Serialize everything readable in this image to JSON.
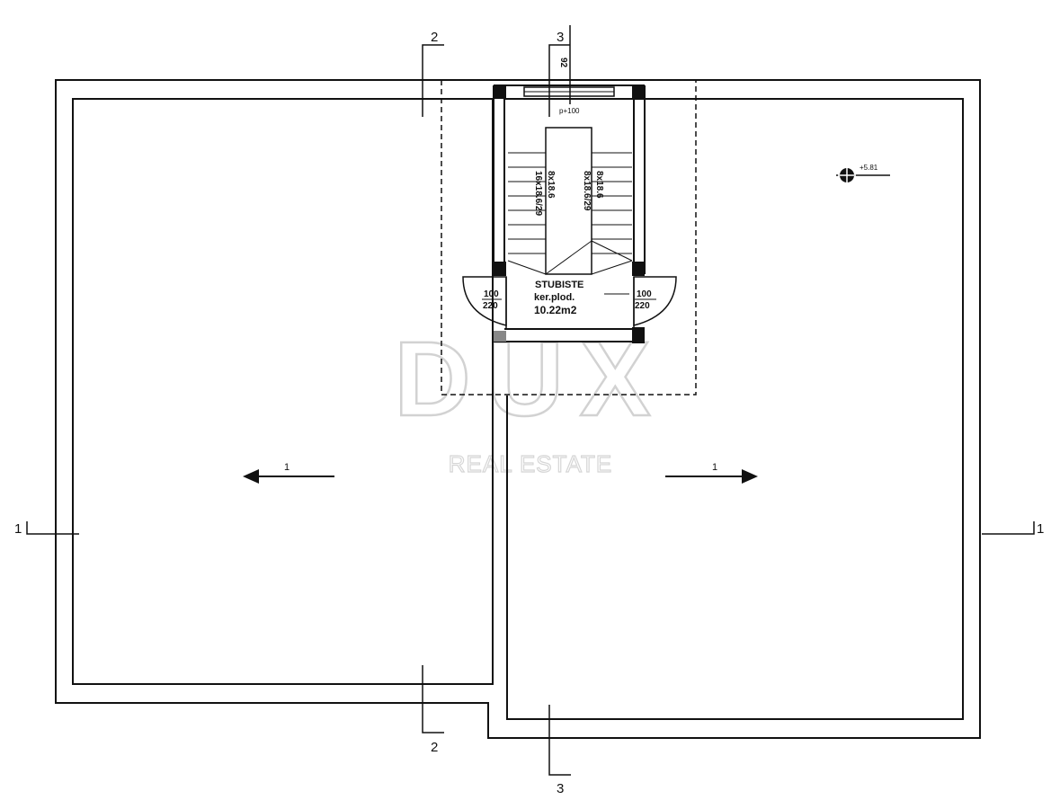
{
  "colors": {
    "line": "#111111",
    "watermark": "#c8c8c8",
    "background": "#ffffff"
  },
  "section_marks": {
    "s1_left": "1",
    "s1_right": "1",
    "s2_top": "2",
    "s2_bottom": "2",
    "s3_top": "3",
    "s3_bottom": "3"
  },
  "stair": {
    "top_value": "92",
    "window_label": "p+100",
    "step_col1": "16x18.6/29",
    "step_col2": "8x18.6",
    "step_col3": "8x18.6/29",
    "step_col4": "8x18.6",
    "room_name": "STUBISTE",
    "room_floor": "ker.plod.",
    "room_area": "10.22m2",
    "door_left_w": "100",
    "door_left_h": "220",
    "door_right_w": "100",
    "door_right_h": "220"
  },
  "level_mark": "+5.81",
  "slope_left": "1",
  "slope_right": "1",
  "watermark": {
    "logo": "DUX",
    "subtitle": "REAL ESTATE"
  },
  "icons": [
    "level-marker-icon",
    "arrow-left-icon",
    "arrow-right-icon"
  ]
}
